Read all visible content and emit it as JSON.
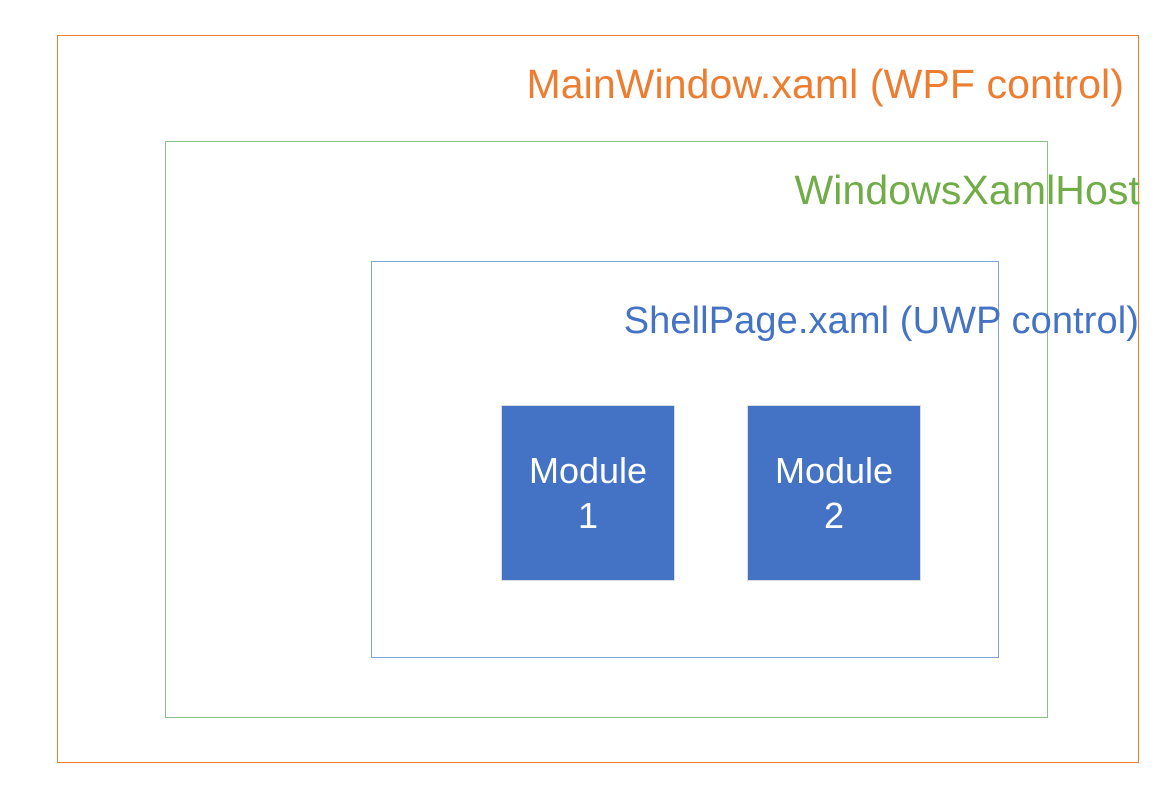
{
  "diagram": {
    "title": "XAML Islands nesting diagram",
    "type": "nested-container-diagram",
    "background_color": "#FFFFFF"
  },
  "layers": [
    {
      "id": "wpf",
      "label": "MainWindow.xaml (WPF control)",
      "text_color": "#ED7D31",
      "border_color": "#ED7D31",
      "fill": "none"
    },
    {
      "id": "xamlhost",
      "label": "WindowsXamlHost",
      "text_color": "#70AD47",
      "border_color": "#8BC08A",
      "fill": "none"
    },
    {
      "id": "uwp",
      "label": "ShellPage.xaml (UWP control)",
      "text_color": "#4472C4",
      "border_color": "#7FA6D8",
      "fill": "none"
    }
  ],
  "modules": [
    {
      "name": "Module",
      "index": "1",
      "fill_color": "#4472C4",
      "text_color": "#FFFFFF"
    },
    {
      "name": "Module",
      "index": "2",
      "fill_color": "#4472C4",
      "text_color": "#FFFFFF"
    }
  ]
}
